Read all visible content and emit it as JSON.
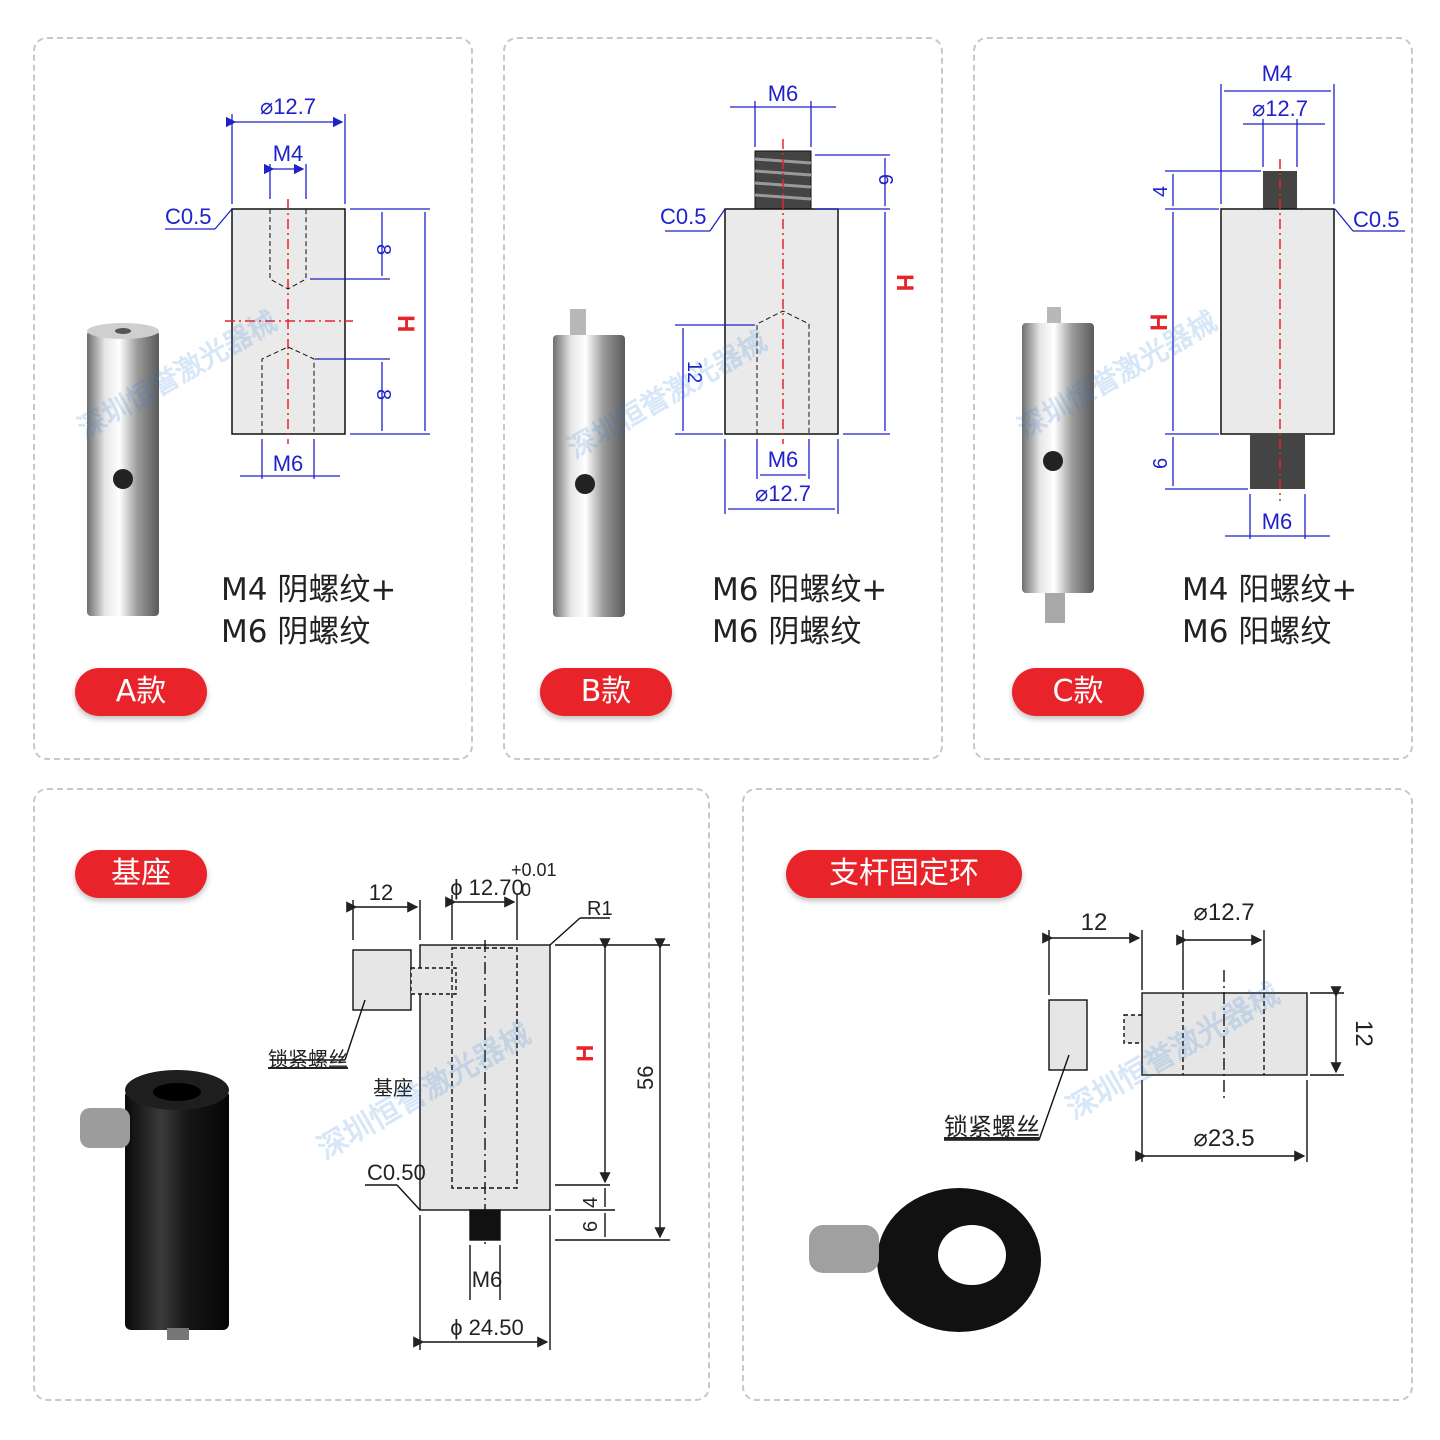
{
  "panels": {
    "a": {
      "badge": "A款",
      "caption_line1": "M4 阴螺纹+",
      "caption_line2": "M6 阴螺纹",
      "dims": {
        "dia": "⌀12.7",
        "top_thread": "M4",
        "chamfer": "C0.5",
        "top_depth": "8",
        "bottom_depth": "8",
        "height": "H",
        "bottom_thread": "M6"
      }
    },
    "b": {
      "badge": "B款",
      "caption_line1": "M6 阳螺纹+",
      "caption_line2": "M6 阴螺纹",
      "dims": {
        "top_thread": "M6",
        "stud_len": "6",
        "chamfer": "C0.5",
        "height": "H",
        "hole_depth": "12",
        "bottom_thread": "M6",
        "dia": "⌀12.7"
      }
    },
    "c": {
      "badge": "C款",
      "caption_line1": "M4 阳螺纹+",
      "caption_line2": "M6 阳螺纹",
      "dims": {
        "top_thread": "M4",
        "dia": "⌀12.7",
        "top_stud": "4",
        "chamfer": "C0.5",
        "height": "H",
        "bottom_stud": "6",
        "bottom_thread": "M6"
      }
    },
    "base": {
      "badge": "基座",
      "dims": {
        "screw_len": "12",
        "bore": "ϕ 12.70",
        "tol_upper": "+0.01",
        "tol_lower": "0",
        "radius": "R1",
        "lock_screw": "锁紧螺丝",
        "body": "基座",
        "height": "H",
        "total": "56",
        "chamfer": "C0.50",
        "dim4": "4",
        "dim6": "6",
        "thread": "M6",
        "od": "ϕ 24.50"
      }
    },
    "ring": {
      "badge": "支杆固定环",
      "dims": {
        "screw_len": "12",
        "bore": "⌀12.7",
        "width": "12",
        "lock_screw": "锁紧螺丝",
        "od": "⌀23.5"
      }
    }
  },
  "watermark": "深圳恒誉激光器械",
  "colors": {
    "dimension": "#1e22c8",
    "accent": "#e8242a",
    "centerline": "#e8242a"
  }
}
